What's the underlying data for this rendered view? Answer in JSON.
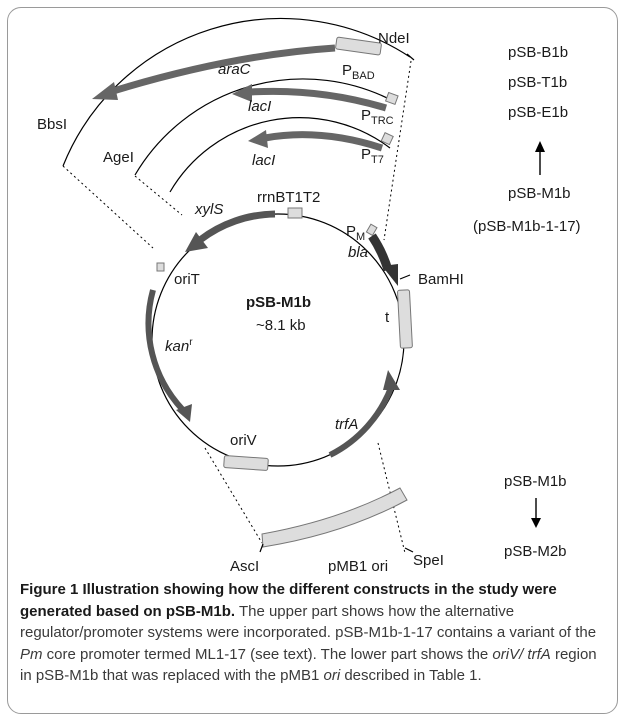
{
  "plasmid": {
    "name": "pSB-M1b",
    "size": "~8.1 kb"
  },
  "sites": {
    "ndei": "NdeI",
    "bbsi": "BbsI",
    "agei": "AgeI",
    "bamhi": "BamHI",
    "spei": "SpeI",
    "asci": "AscI"
  },
  "genes": {
    "arac": "araC",
    "laci_1": "lacI",
    "laci_2": "lacI",
    "xyls": "xylS",
    "bla": "bla",
    "kan": "kan",
    "kan_sup": "r",
    "trfa": "trfA",
    "t": "t",
    "orit": "oriT",
    "oriv": "oriV",
    "rrnb": "rrnBT1T2",
    "pmb1": "pMB1 ori"
  },
  "promoters": {
    "pbad_main": "P",
    "pbad_sub": "BAD",
    "ptrc_main": "P",
    "ptrc_sub": "TRC",
    "pt7_main": "P",
    "pt7_sub": "T7",
    "pm_main": "P",
    "pm_sub": "M"
  },
  "constructs_top": {
    "items": [
      "pSB-B1b",
      "pSB-T1b",
      "pSB-E1b"
    ],
    "source": "pSB-M1b",
    "source_variant": "(pSB-M1b-1-17)"
  },
  "constructs_bottom": {
    "source": "pSB-M1b",
    "target": "pSB-M2b"
  },
  "colors": {
    "arrow_dark": "#666666",
    "arrow_darker": "#505050",
    "box_light": "#dddddd",
    "outline": "#000000"
  },
  "caption": {
    "figure_label": "Figure 1 Illustration showing how the different constructs in the study were generated based on pSB-M1b.",
    "s1": "The upper part shows how the alternative regulator/promoter systems were incorporated. pSB-M1b-1-17 contains a variant of the",
    "s1_italic": "Pm",
    "s2": "core promoter termed ML1-17 (see text). The lower part shows the",
    "s2_italic": "oriV/ trfA",
    "s3": "region in pSB-M1b that was replaced with the pMB1",
    "s3_italic": "ori",
    "s4": "described in Table 1."
  }
}
